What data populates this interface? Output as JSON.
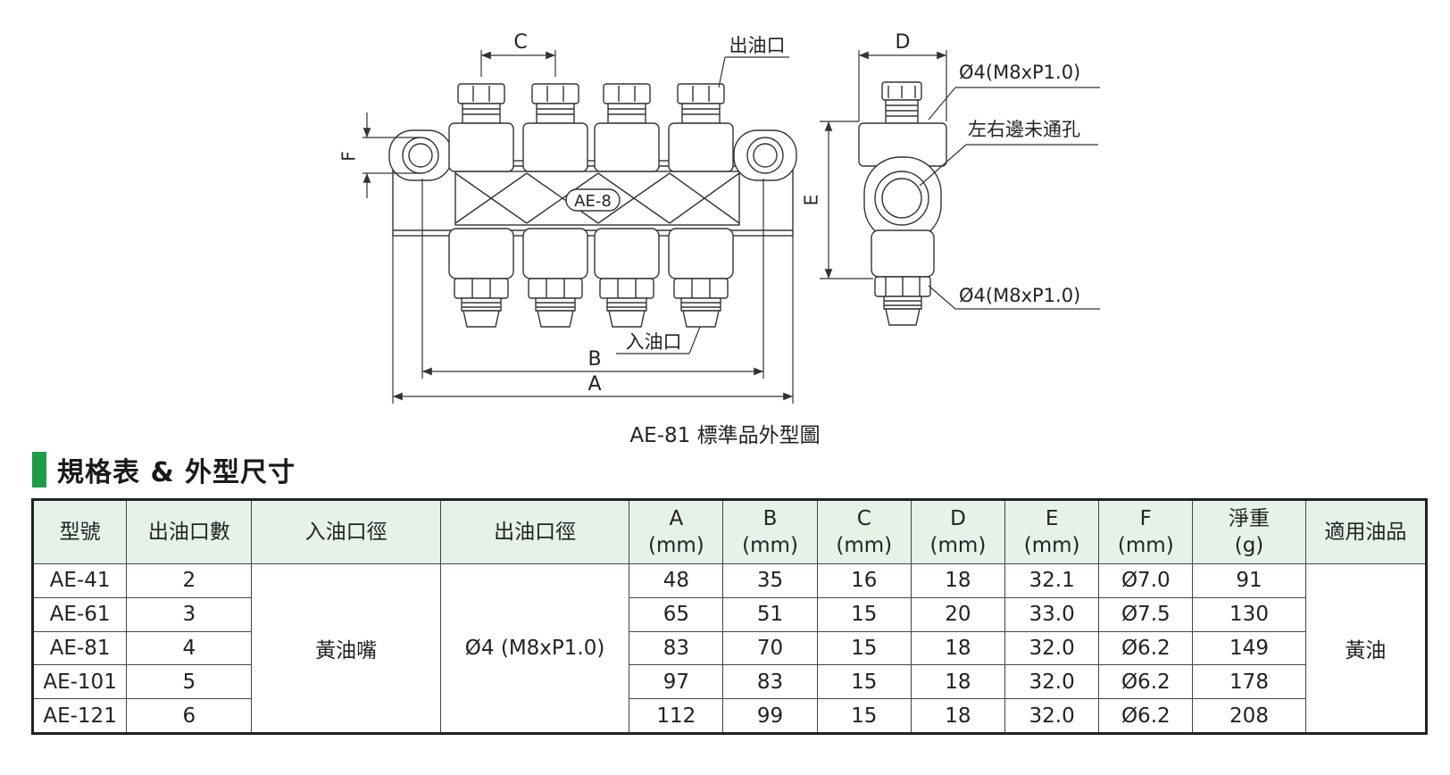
{
  "drawing": {
    "dim_C": "C",
    "dim_D": "D",
    "dim_F": "F",
    "dim_E": "E",
    "dim_B": "B",
    "dim_A": "A",
    "outlet_label": "出油口",
    "inlet_label": "入油口",
    "model_badge": "AE-8",
    "thread_top": "Ø4(M8xP1.0)",
    "thread_bottom": "Ø4(M8xP1.0)",
    "blind_hole_label": "左右邊未通孔",
    "caption": "AE-81 標準品外型圖"
  },
  "section": {
    "title": "規格表 & 外型尺寸",
    "accent": "#1e9c46"
  },
  "table": {
    "headers": {
      "model": "型號",
      "outlets": "出油口數",
      "inlet_dia": "入油口徑",
      "outlet_dia": "出油口徑",
      "A": "A",
      "A_unit": "(mm)",
      "B": "B",
      "B_unit": "(mm)",
      "C": "C",
      "C_unit": "(mm)",
      "D": "D",
      "D_unit": "(mm)",
      "E": "E",
      "E_unit": "(mm)",
      "F": "F",
      "F_unit": "(mm)",
      "weight": "淨重",
      "weight_unit": "(g)",
      "oil": "適用油品"
    },
    "inlet_value": "黃油嘴",
    "outlet_value": "Ø4 (M8xP1.0)",
    "oil_value": "黃油",
    "rows": [
      {
        "model": "AE-41",
        "outlets": "2",
        "A": "48",
        "B": "35",
        "C": "16",
        "D": "18",
        "E": "32.1",
        "F": "Ø7.0",
        "weight": "91"
      },
      {
        "model": "AE-61",
        "outlets": "3",
        "A": "65",
        "B": "51",
        "C": "15",
        "D": "20",
        "E": "33.0",
        "F": "Ø7.5",
        "weight": "130"
      },
      {
        "model": "AE-81",
        "outlets": "4",
        "A": "83",
        "B": "70",
        "C": "15",
        "D": "18",
        "E": "32.0",
        "F": "Ø6.2",
        "weight": "149"
      },
      {
        "model": "AE-101",
        "outlets": "5",
        "A": "97",
        "B": "83",
        "C": "15",
        "D": "18",
        "E": "32.0",
        "F": "Ø6.2",
        "weight": "178"
      },
      {
        "model": "AE-121",
        "outlets": "6",
        "A": "112",
        "B": "99",
        "C": "15",
        "D": "18",
        "E": "32.0",
        "F": "Ø6.2",
        "weight": "208"
      }
    ],
    "header_bg": "#e4f2e7"
  }
}
